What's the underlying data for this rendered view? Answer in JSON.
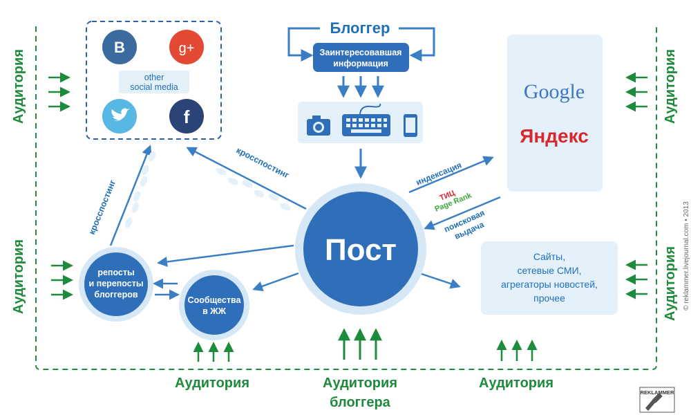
{
  "colors": {
    "green": "#1e8a3c",
    "blue": "#1f6fb9",
    "panel": "#e4f0fa",
    "circle": "#2f6fba",
    "ring": "#d6e7f6"
  },
  "blogger": {
    "title": "Блоггер",
    "box_line1": "Заинтересовавшая",
    "box_line2": "информация",
    "devices": [
      "camera-icon",
      "keyboard-icon",
      "phone-icon"
    ]
  },
  "social": {
    "label_line1": "other",
    "label_line2": "social media",
    "icons": {
      "vk": "B",
      "gplus": "g+",
      "fb": "f"
    }
  },
  "post": {
    "label": "Пост"
  },
  "search": {
    "google": "Google",
    "yandex": "Яндекс"
  },
  "arrows": {
    "indexing": "индексация",
    "tic": "ТИЦ",
    "pagerank": "Page Rank",
    "search_line1": "поисковая",
    "search_line2": "выдача",
    "crosspost_top": "кросспостинг",
    "crosspost_left": "кросспостинг"
  },
  "reposts": {
    "line1": "репосты",
    "line2": "и перепосты",
    "line3": "блоггеров"
  },
  "communities": {
    "line1": "Сообщества",
    "line2": "в ЖЖ"
  },
  "sites": {
    "line1": "Сайты,",
    "line2": "сетевые СМИ,",
    "line3": "агрегаторы новостей,",
    "line4": "прочее"
  },
  "audience": {
    "label": "Аудитория",
    "blogger_label_line1": "Аудитория",
    "blogger_label_line2": "блоггера"
  },
  "credit": {
    "text": "© reklammer.livejournal.com • 2013",
    "logo": "REKLAMMER"
  }
}
